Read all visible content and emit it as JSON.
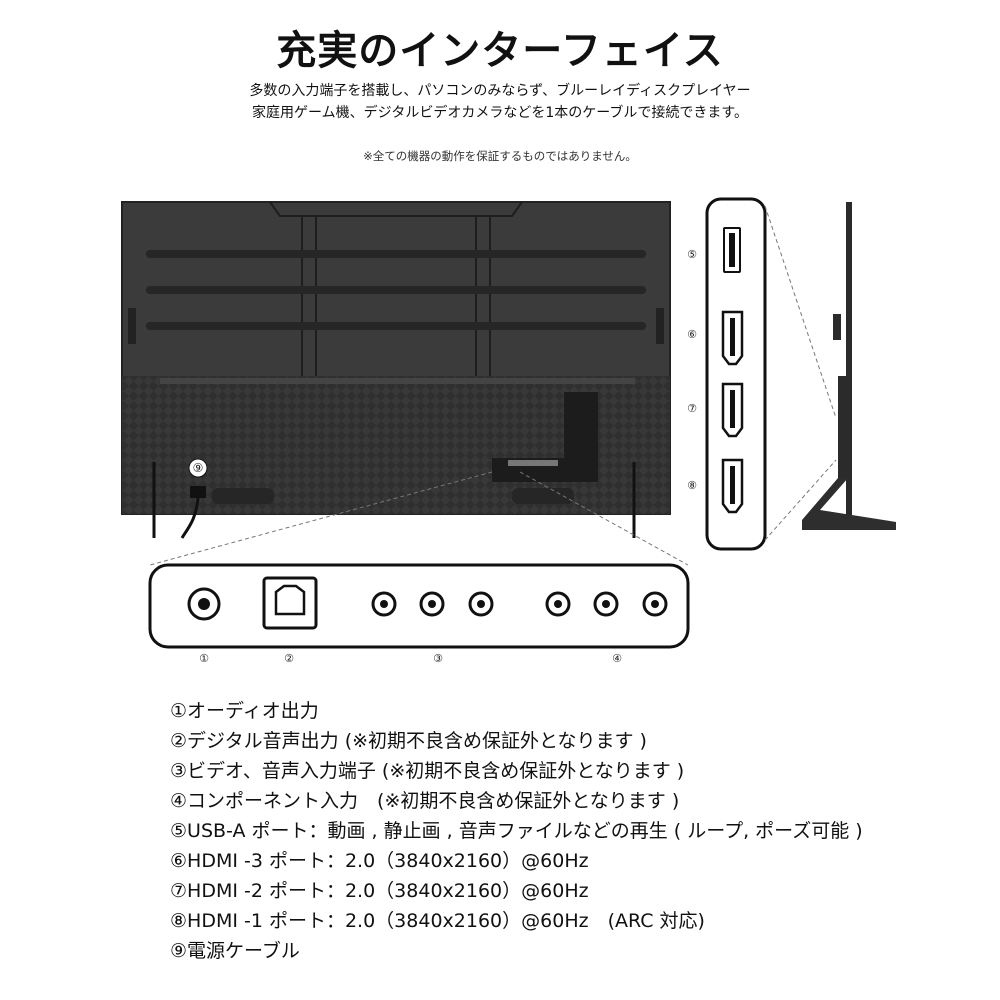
{
  "title": "充実のインターフェイス",
  "subtitle_lines": [
    "多数の入力端子を搭載し、パソコンのみならず、ブルーレイディスクプレイヤー",
    "家庭用ゲーム機、デジタルビデオカメラなどを1本のケーブルで接続できます。"
  ],
  "note": "※全ての機器の動作を保証するものではありません。",
  "callout_numbers": {
    "power": "⑨",
    "usb": "⑤",
    "hdmi3": "⑥",
    "hdmi2": "⑦",
    "hdmi1": "⑧",
    "audio_out": "①",
    "digital_audio": "②",
    "video_in": "③",
    "component": "④"
  },
  "legend": [
    "①オーディオ出力",
    "②デジタル音声出力 (※初期不良含め保証外となります )",
    "③ビデオ、音声入力端子 (※初期不良含め保証外となります )",
    "④コンポーネント入力　(※初期不良含め保証外となります )",
    "⑤USB-A ポート：動画 , 静止画 , 音声ファイルなどの再生 ( ループ, ポーズ可能 )",
    "⑥HDMI -3 ポート：2.0（3840x2160）@60Hz",
    "⑦HDMI -2 ポート：2.0（3840x2160）@60Hz",
    "⑧HDMI -1 ポート：2.0（3840x2160）@60Hz　(ARC 対応)",
    "⑨電源ケーブル"
  ],
  "colors": {
    "tv_body": "#3a3a3a",
    "tv_lower": "#2e2e2e",
    "outline": "#111111"
  }
}
